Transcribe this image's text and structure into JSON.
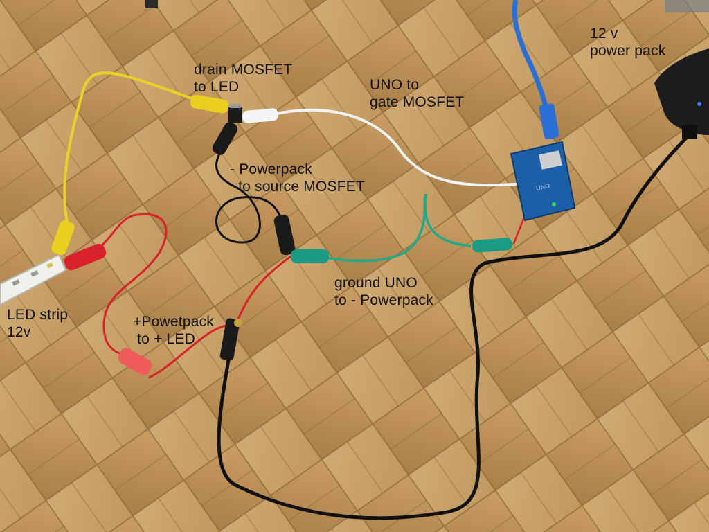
{
  "labels": {
    "drain_mosfet": "drain MOSFET\nto LED",
    "uno_gate": "UNO to\ngate MOSFET",
    "power_pack": "12 v\npower pack",
    "source_mosfet": "- Powerpack\n  to source MOSFET",
    "ground_uno": "ground UNO\nto - Powerpack",
    "led_strip": "LED strip\n12v",
    "plus_power": "+Powetpack\n to + LED"
  },
  "colors": {
    "wood": "#c9a46c",
    "yellow_wire": "#e8d22a",
    "white_wire": "#eeeeee",
    "black_wire": "#111111",
    "red_wire": "#d8212a",
    "green_wire": "#1faa8a",
    "blue_cable": "#2a6fd6",
    "arduino_board": "#1b5fa8",
    "power_pack": "#1c1c1c"
  },
  "objects": [
    "led-strip",
    "mosfet",
    "arduino-uno",
    "power-pack",
    "usb-cable",
    "alligator-clips",
    "dc-barrel-connector"
  ]
}
